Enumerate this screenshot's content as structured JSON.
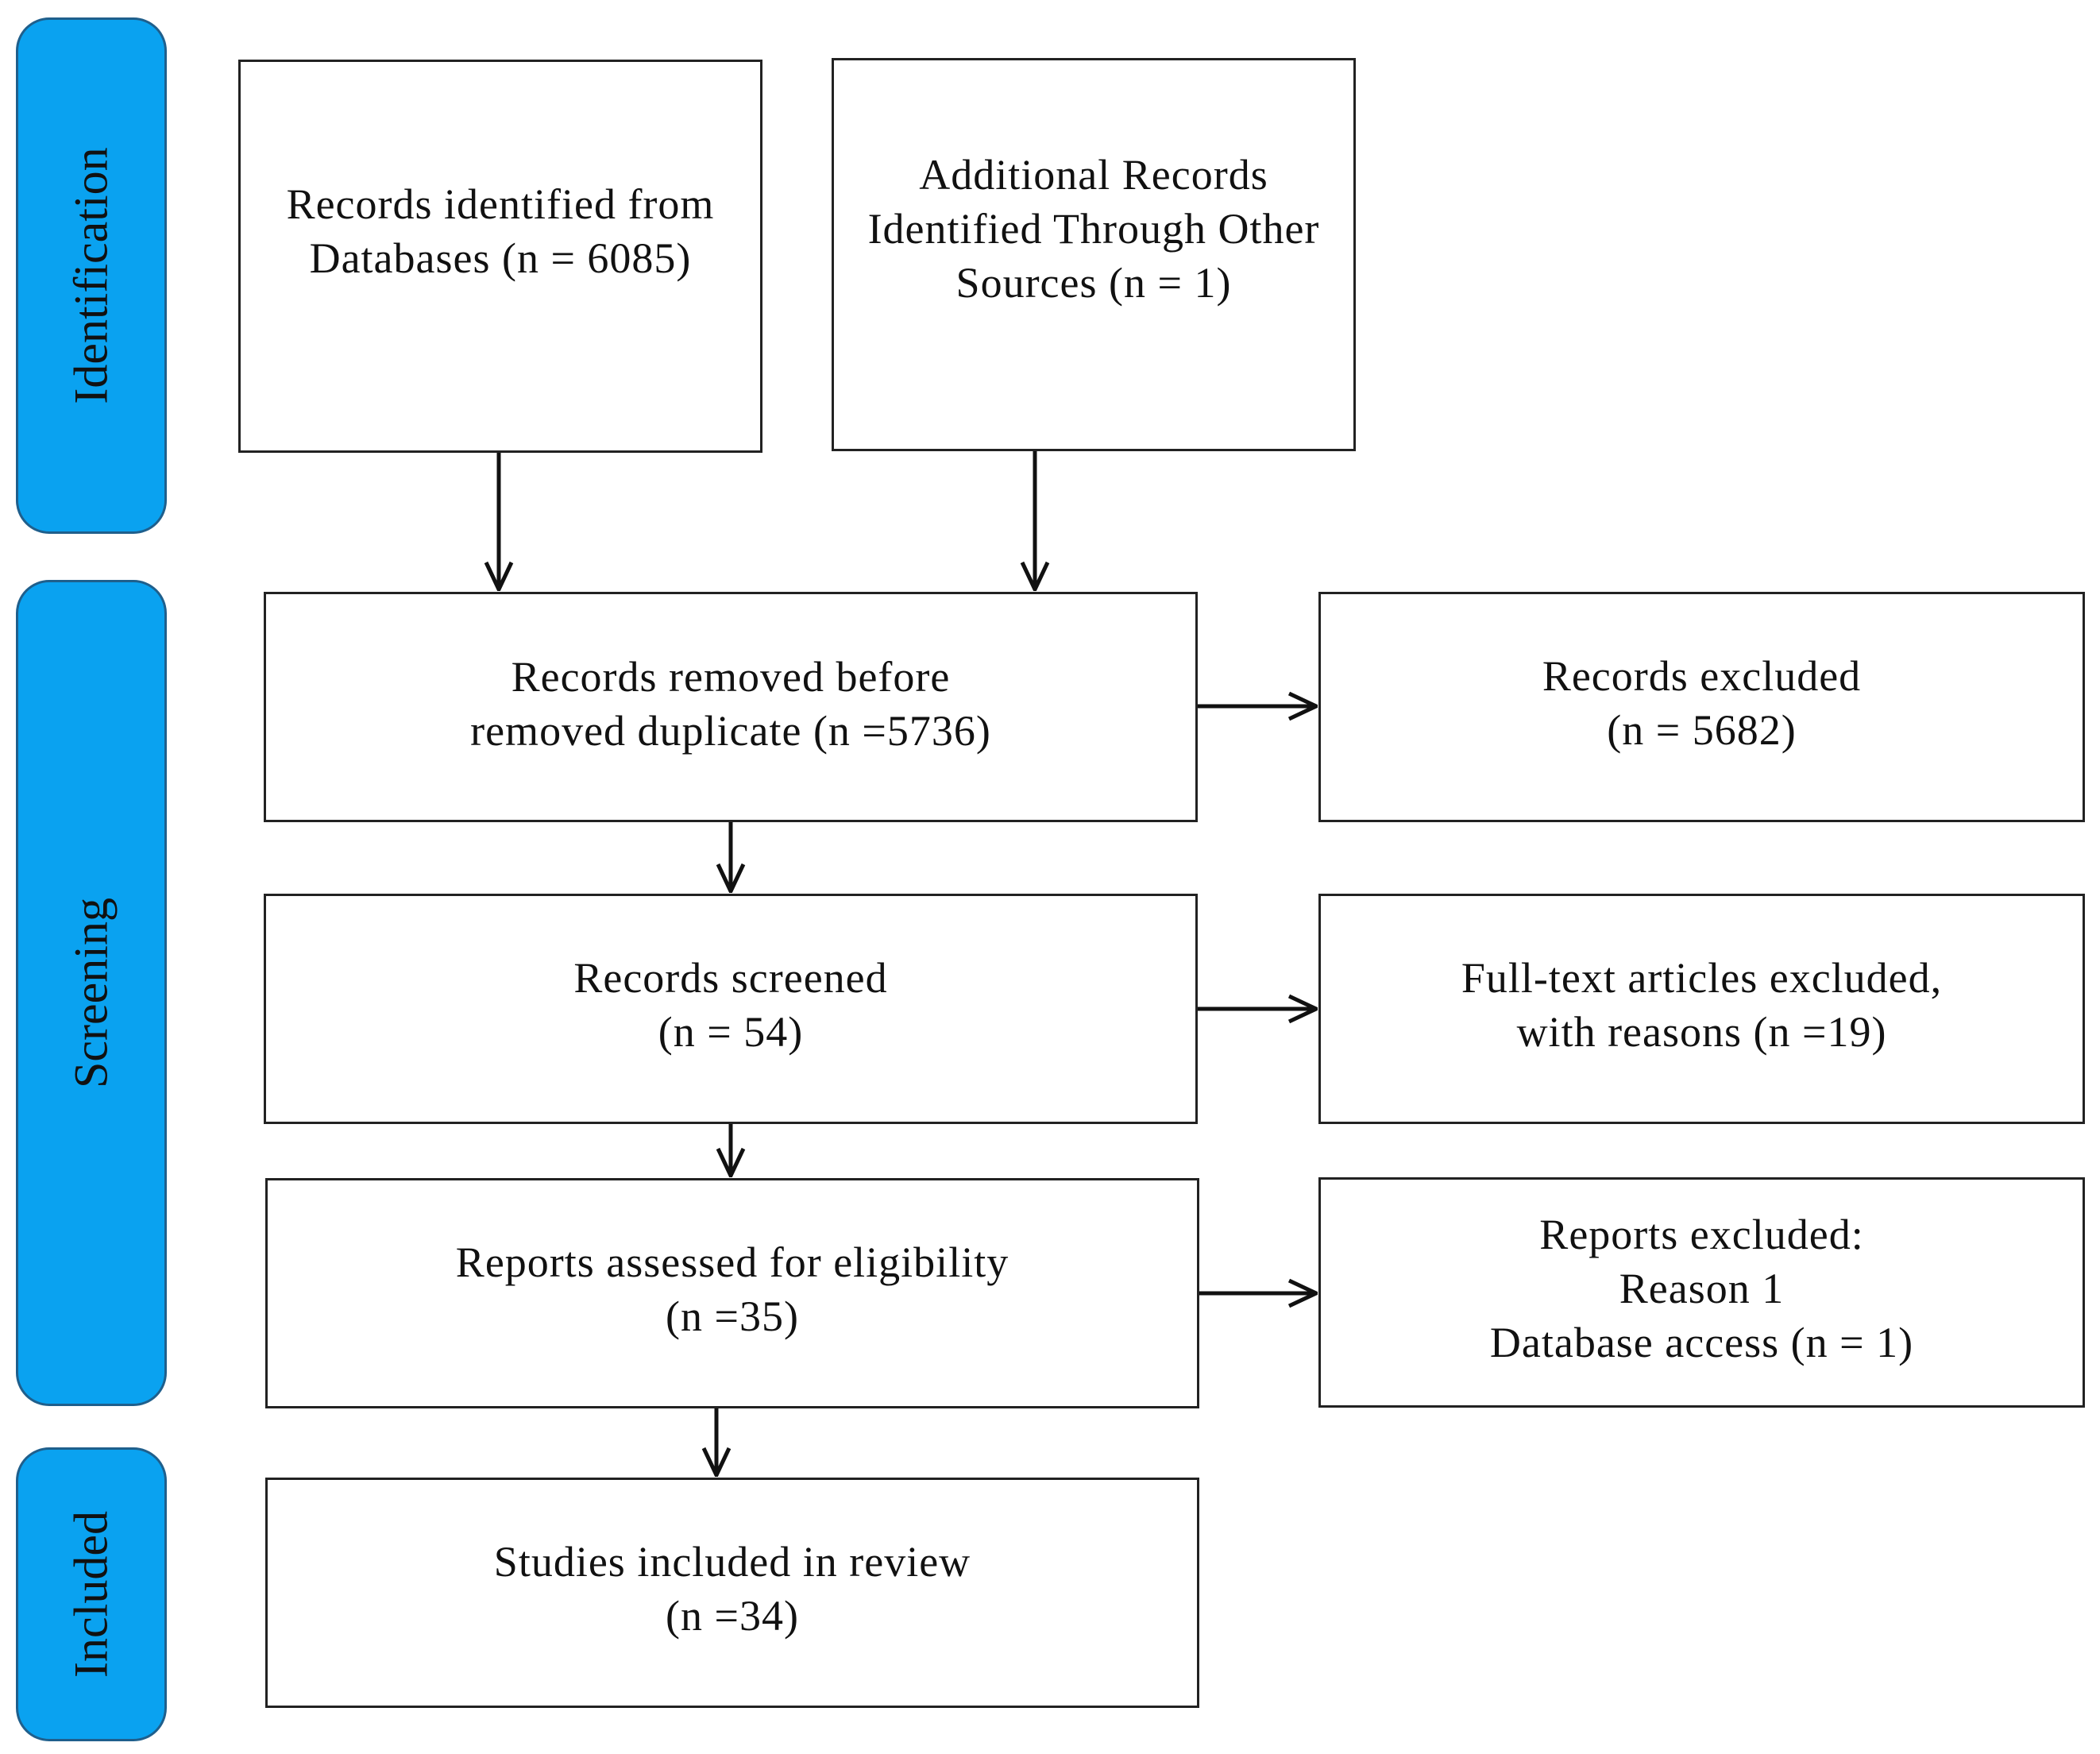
{
  "phases": {
    "identification": "Identification",
    "screening": "Screening",
    "included": "Included"
  },
  "boxes": {
    "databases": [
      "Records identified from",
      "Databases (n = 6085)"
    ],
    "other_sources": [
      "Additional Records",
      "Identified Through Other",
      "Sources (n = 1)"
    ],
    "removed": [
      "Records removed before",
      "removed duplicate (n =5736)"
    ],
    "records_excluded": [
      "Records excluded",
      "(n = 5682)"
    ],
    "screened": [
      "Records screened",
      "(n = 54)"
    ],
    "fulltext_excluded": [
      "Full-text articles excluded,",
      "with reasons (n =19)"
    ],
    "eligibility": [
      "Reports assessed for eligibility",
      "(n =35)"
    ],
    "reports_excluded": [
      "Reports excluded:",
      "Reason 1",
      "Database access (n = 1)"
    ],
    "included": [
      "Studies included in review",
      "(n =34)"
    ]
  },
  "colors": {
    "phase_fill": "#0aa2f0",
    "phase_border": "#1f5f8c",
    "box_border": "#222222",
    "arrow": "#111111"
  }
}
